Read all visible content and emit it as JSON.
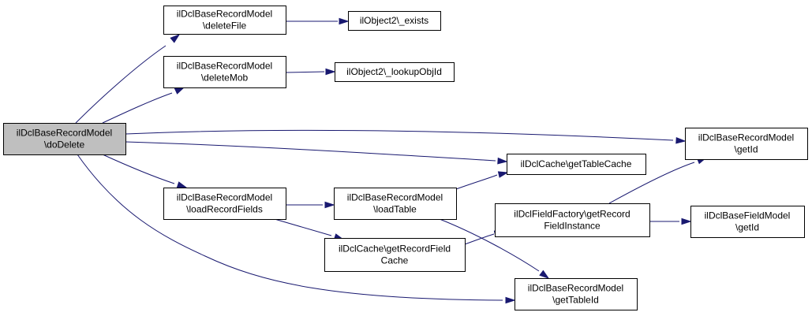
{
  "colors": {
    "edge": "#191970",
    "node_fill": "#ffffff",
    "root_fill": "#bfbfbf",
    "border": "#000000"
  },
  "nodes": {
    "root": {
      "lines": [
        "ilDclBaseRecordModel",
        "\\doDelete"
      ]
    },
    "deleteFile": {
      "lines": [
        "ilDclBaseRecordModel",
        "\\deleteFile"
      ]
    },
    "deleteMob": {
      "lines": [
        "ilDclBaseRecordModel",
        "\\deleteMob"
      ]
    },
    "exists": {
      "lines": [
        "ilObject2\\_exists"
      ]
    },
    "lookupObjId": {
      "lines": [
        "ilObject2\\_lookupObjId"
      ]
    },
    "getId": {
      "lines": [
        "ilDclBaseRecordModel",
        "\\getId"
      ]
    },
    "getTableCache": {
      "lines": [
        "ilDclCache\\getTableCache"
      ]
    },
    "loadRecordFields": {
      "lines": [
        "ilDclBaseRecordModel",
        "\\loadRecordFields"
      ]
    },
    "loadTable": {
      "lines": [
        "ilDclBaseRecordModel",
        "\\loadTable"
      ]
    },
    "getRecordFieldInstance": {
      "lines": [
        "ilDclFieldFactory\\getRecord",
        "FieldInstance"
      ]
    },
    "fieldGetId": {
      "lines": [
        "ilDclBaseFieldModel",
        "\\getId"
      ]
    },
    "getRecordFieldCache": {
      "lines": [
        "ilDclCache\\getRecordField",
        "Cache"
      ]
    },
    "getTableId": {
      "lines": [
        "ilDclBaseRecordModel",
        "\\getTableId"
      ]
    }
  }
}
